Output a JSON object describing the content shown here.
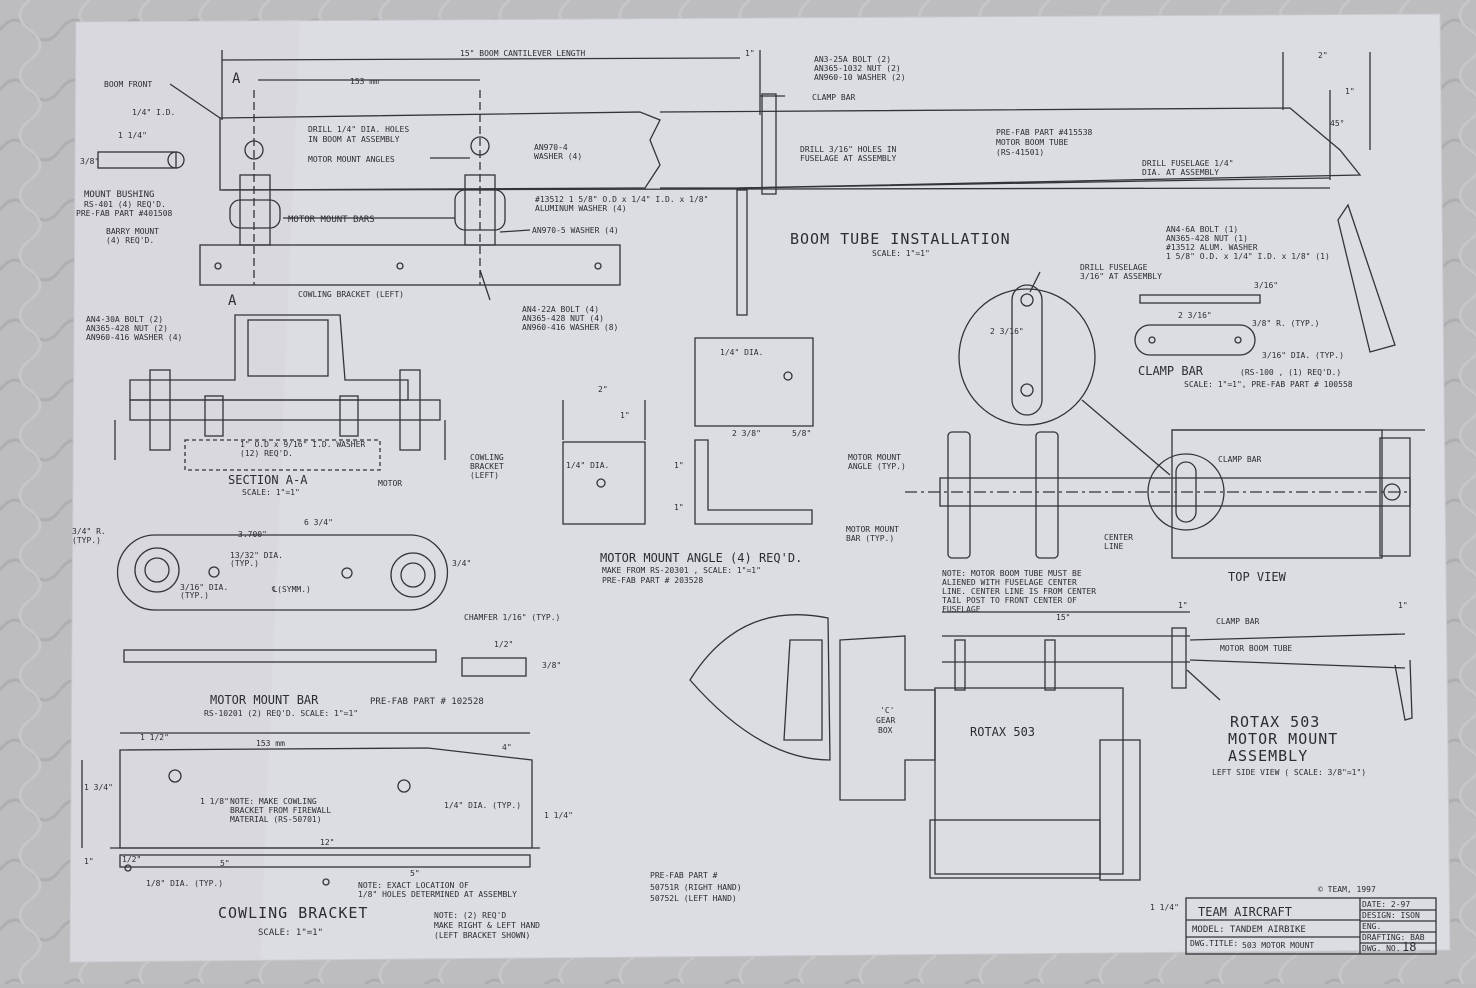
{
  "boom_tube": {
    "cantilever_label": "15\" BOOM CANTILEVER LENGTH",
    "dim_153": "153 mm",
    "dim_1in": "1\"",
    "dim_2in": "2\"",
    "dim_1in_b": "1\"",
    "angle_45": "45°",
    "section_A": "A",
    "section_A2": "A",
    "boom_front": "BOOM FRONT",
    "id_quarter": "1/4\" I.D.",
    "dim_1_1_4": "1 1/4\"",
    "dim_3_8": "3/8\"",
    "drill_holes": [
      "DRILL 1/4\" DIA. HOLES",
      "IN BOOM AT ASSEMBLY"
    ],
    "motor_mount_angles": "MOTOR MOUNT ANGLES",
    "an970_4": [
      "AN970-4",
      "WASHER (4)"
    ],
    "mount_bushing": [
      "MOUNT BUSHING",
      "RS-401 (4) REQ'D.",
      "PRE-FAB PART #401508"
    ],
    "barry_mount": [
      "BARRY MOUNT",
      "(4) REQ'D."
    ],
    "motor_mount_bars": "MOTOR MOUNT BARS",
    "washer_13512": [
      "#13512 1 5/8\" O.D x 1/4\" I.D. x 1/8\"",
      "ALUMINUM WASHER (4)"
    ],
    "an970_5": "AN970-5 WASHER (4)",
    "cowling_left": "COWLING BRACKET (LEFT)",
    "an4_22a": [
      "AN4-22A BOLT (4)",
      "AN365-428 NUT (4)",
      "AN960-416 WASHER (8)"
    ],
    "bolt_top": [
      "AN3-25A BOLT (2)",
      "AN365-1032 NUT (2)",
      "AN960-10 WASHER (2)"
    ],
    "clamp_bar": "CLAMP BAR",
    "drill_fuselage": [
      "DRILL 3/16\" HOLES IN",
      "FUSELAGE AT ASSEMBLY"
    ],
    "prefab_boom": [
      "PRE-FAB PART #415538",
      "MOTOR BOOM TUBE",
      "(RS-41501)"
    ],
    "drill_fuse_quarter": [
      "DRILL FUSELAGE 1/4\"",
      "DIA. AT ASSEMBLY"
    ],
    "an4_6a": [
      "AN4-6A BOLT (1)",
      "AN365-428 NUT (1)",
      "#13512 ALUM. WASHER",
      "1 5/8\" O.D. x 1/4\" I.D. x 1/8\" (1)"
    ],
    "title": "BOOM TUBE INSTALLATION",
    "scale": "SCALE: 1\"=1\""
  },
  "section_aa": {
    "bolts": [
      "AN4-30A BOLT (2)",
      "AN365-428 NUT (2)",
      "AN960-416 WASHER (4)"
    ],
    "washer": [
      "1\" O.D x 9/16\" I.D. WASHER",
      "(12) REQ'D."
    ],
    "cowling": [
      "COWLING",
      "BRACKET",
      "(LEFT)"
    ],
    "motor": "MOTOR",
    "title": "SECTION A-A",
    "scale": "SCALE: 1\"=1\""
  },
  "mount_angle": {
    "dia_quarter": "1/4\" DIA.",
    "dim_2": "2\"",
    "dim_1": "1\"",
    "dim_2_3_8": "2 3/8\"",
    "dim_5_8": "5/8\"",
    "dia_quarter_b": "1/4\" DIA.",
    "dim_1_v": "1\"",
    "dim_1_v2": "1\"",
    "title": "MOTOR MOUNT ANGLE (4) REQ'D.",
    "make_from": "MAKE FROM RS-20301 , SCALE: 1\"=1\"",
    "prefab": "PRE-FAB PART # 203528"
  },
  "clamp_detail": {
    "drill": [
      "DRILL FUSELAGE",
      "3/16\" AT ASSEMBLY"
    ],
    "dim_2_3_16": "2 3/16\"",
    "dim_2_3_16b": "2 3/16\"",
    "dim_3_16": "3/16\"",
    "radius": "3/8\" R. (TYP.)",
    "dia": "3/16\" DIA. (TYP.)",
    "title": "CLAMP BAR",
    "title_note": "(RS-100 , (1) REQ'D.)",
    "scale": "SCALE: 1\"=1\",  PRE-FAB PART # 100558"
  },
  "top_view": {
    "angle": [
      "MOTOR MOUNT",
      "ANGLE (TYP.)"
    ],
    "bar": [
      "MOTOR MOUNT",
      "BAR (TYP.)"
    ],
    "center_line": [
      "CENTER",
      "LINE"
    ],
    "clamp_bar": "CLAMP BAR",
    "title": "TOP VIEW"
  },
  "mount_bar": {
    "radius": [
      "3/4\" R.",
      "(TYP.)"
    ],
    "dim_3700": "3.700\"",
    "dim_6_3_4": "6 3/4\"",
    "dia_13_32": [
      "13/32\" DIA.",
      "(TYP.)"
    ],
    "dia_3_16": [
      "3/16\" DIA.",
      "(TYP.)"
    ],
    "symm": "℄(SYMM.)",
    "dim_3_4": "3/4\"",
    "chamfer": "CHAMFER 1/16\" (TYP.)",
    "dim_1_2": "1/2\"",
    "dim_3_8": "3/8\"",
    "title": "MOTOR MOUNT BAR",
    "prefab": "PRE-FAB PART # 102528",
    "note": "RS-10201 (2) REQ'D.  SCALE: 1\"=1\""
  },
  "cowling": {
    "dim_1_1_2": "1 1/2\"",
    "dim_153": "153 mm",
    "dim_4": "4\"",
    "dim_1_3_4": "1 3/4\"",
    "dim_1_1_8": "1 1/8\"",
    "note": [
      "NOTE: MAKE COWLING",
      "BRACKET FROM FIREWALL",
      "MATERIAL (RS-50701)"
    ],
    "dia_quarter": "1/4\" DIA. (TYP.)",
    "dim_1_1_4": "1 1/4\"",
    "dim_12": "12\"",
    "dim_1": "1\"",
    "dim_1_2": "1/2\"",
    "dim_5a": "5\"",
    "dim_5b": "5\"",
    "dia_eighth": "1/8\" DIA. (TYP.)",
    "note_exact": [
      "NOTE: EXACT LOCATION OF",
      "1/8\" HOLES DETERMINED AT ASSEMBLY"
    ],
    "prefab": [
      "PRE-FAB PART #",
      "50751R (RIGHT HAND)",
      "50752L (LEFT HAND)"
    ],
    "title": "COWLING BRACKET",
    "scale": "SCALE: 1\"=1\"",
    "note_req": [
      "NOTE: (2) REQ'D",
      "MAKE RIGHT & LEFT HAND",
      "(LEFT BRACKET SHOWN)"
    ]
  },
  "side_view": {
    "note": [
      "NOTE: MOTOR BOOM TUBE MUST BE",
      "ALIENED WITH FUSELAGE CENTER",
      "LINE. CENTER LINE IS FROM CENTER",
      "TAIL POST TO FRONT CENTER OF",
      "FUSELAGE"
    ],
    "dim_15": "15\"",
    "dim_1a": "1\"",
    "dim_1b": "1\"",
    "clamp_bar": "CLAMP BAR",
    "boom_tube": "MOTOR BOOM TUBE",
    "gear_box": [
      "'C'",
      "GEAR",
      "BOX"
    ],
    "rotax": "ROTAX 503",
    "title": [
      "ROTAX 503",
      "MOTOR MOUNT",
      "ASSEMBLY"
    ],
    "subtitle": "LEFT SIDE VIEW ( SCALE: 3/8\"=1\")",
    "dim_1_1_4": "1 1/4\""
  },
  "title_block": {
    "copyright": "© TEAM, 1997",
    "company": "TEAM AIRCRAFT",
    "model": "MODEL: TANDEM AIRBIKE",
    "dwg_title_label": "DWG.TITLE:",
    "dwg_title": "503 MOTOR MOUNT",
    "date": "DATE: 2-97",
    "design": "DESIGN: ISON",
    "eng": "ENG.",
    "drafting": "DRAFTING: BAB",
    "dwg_no_label": "DWG. NO.",
    "dwg_no": "18"
  }
}
